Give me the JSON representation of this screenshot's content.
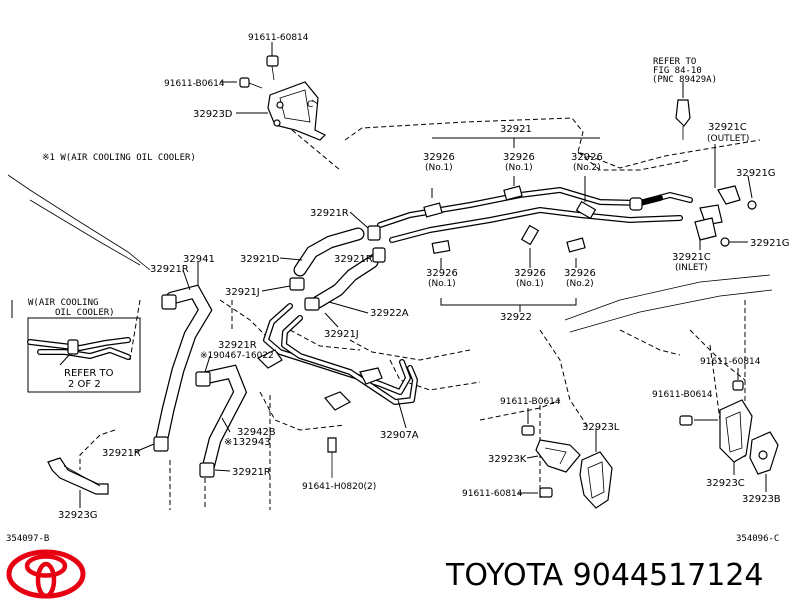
{
  "labels": {
    "l_91611_60814_top": "91611-60814",
    "l_91611_b0614_top": "91611-B0614",
    "l_32923d": "32923D",
    "l_refer_fig_1": "REFER TO",
    "l_refer_fig_2": "FIG 84-10",
    "l_refer_fig_3": "(PNC 89429A)",
    "l_note1": "※1 W(AIR COOLING OIL COOLER)",
    "l_32921": "32921",
    "l_32921c_top": "32921C",
    "l_outlet": "(OUTLET)",
    "l_32921g_a": "32921G",
    "l_32921g_b": "32921G",
    "l_32926_a": "32926",
    "l_no1_a": "(No.1)",
    "l_32926_b": "32926",
    "l_no1_b": "(No.1)",
    "l_32926_c": "32926",
    "l_no2_c": "(No.2)",
    "l_32921r_a": "32921R",
    "l_32921r_b": "32921R",
    "l_32921r_c": "32921R",
    "l_32921r_d": "32921R",
    "l_32921r_e": "32921R",
    "l_32921r_f": "32921R",
    "l_32941": "32941",
    "l_32921d": "32921D",
    "l_32921j_a": "32921J",
    "l_32921j_b": "32921J",
    "l_32922a": "32922A",
    "l_32921c_bot": "32921C",
    "l_inlet": "(INLET)",
    "l_32926_d": "32926",
    "l_no1_d": "(No.1)",
    "l_32926_e": "32926",
    "l_no1_e": "(No.1)",
    "l_32926_f": "32926",
    "l_no2_f": "(No.2)",
    "l_32922": "32922",
    "l_wair_1": "W(AIR COOLING",
    "l_wair_2": "OIL COOLER)",
    "l_refer_1": "REFER TO",
    "l_refer_2": "2 OF 2",
    "l_190467": "※190467-16022",
    "l_32942b": "32942B",
    "l_32943": "※132943",
    "l_32907a": "32907A",
    "l_91611_60814_r": "91611-60814",
    "l_91611_b0614_r": "91611-B0614",
    "l_91611_b0614_m": "91611-B0614",
    "l_32923l": "32923L",
    "l_32923k": "32923K",
    "l_91611_60814_m": "91611-60814",
    "l_32923c": "32923C",
    "l_32923b": "32923B",
    "l_91641": "91641-H0820(2)",
    "l_32923g": "32923G",
    "l_ref_left": "354097-B",
    "l_ref_right": "354096-C"
  },
  "caption": "TOYOTA 9044517124",
  "colors": {
    "logo": "#e60012",
    "ink": "#000000"
  }
}
